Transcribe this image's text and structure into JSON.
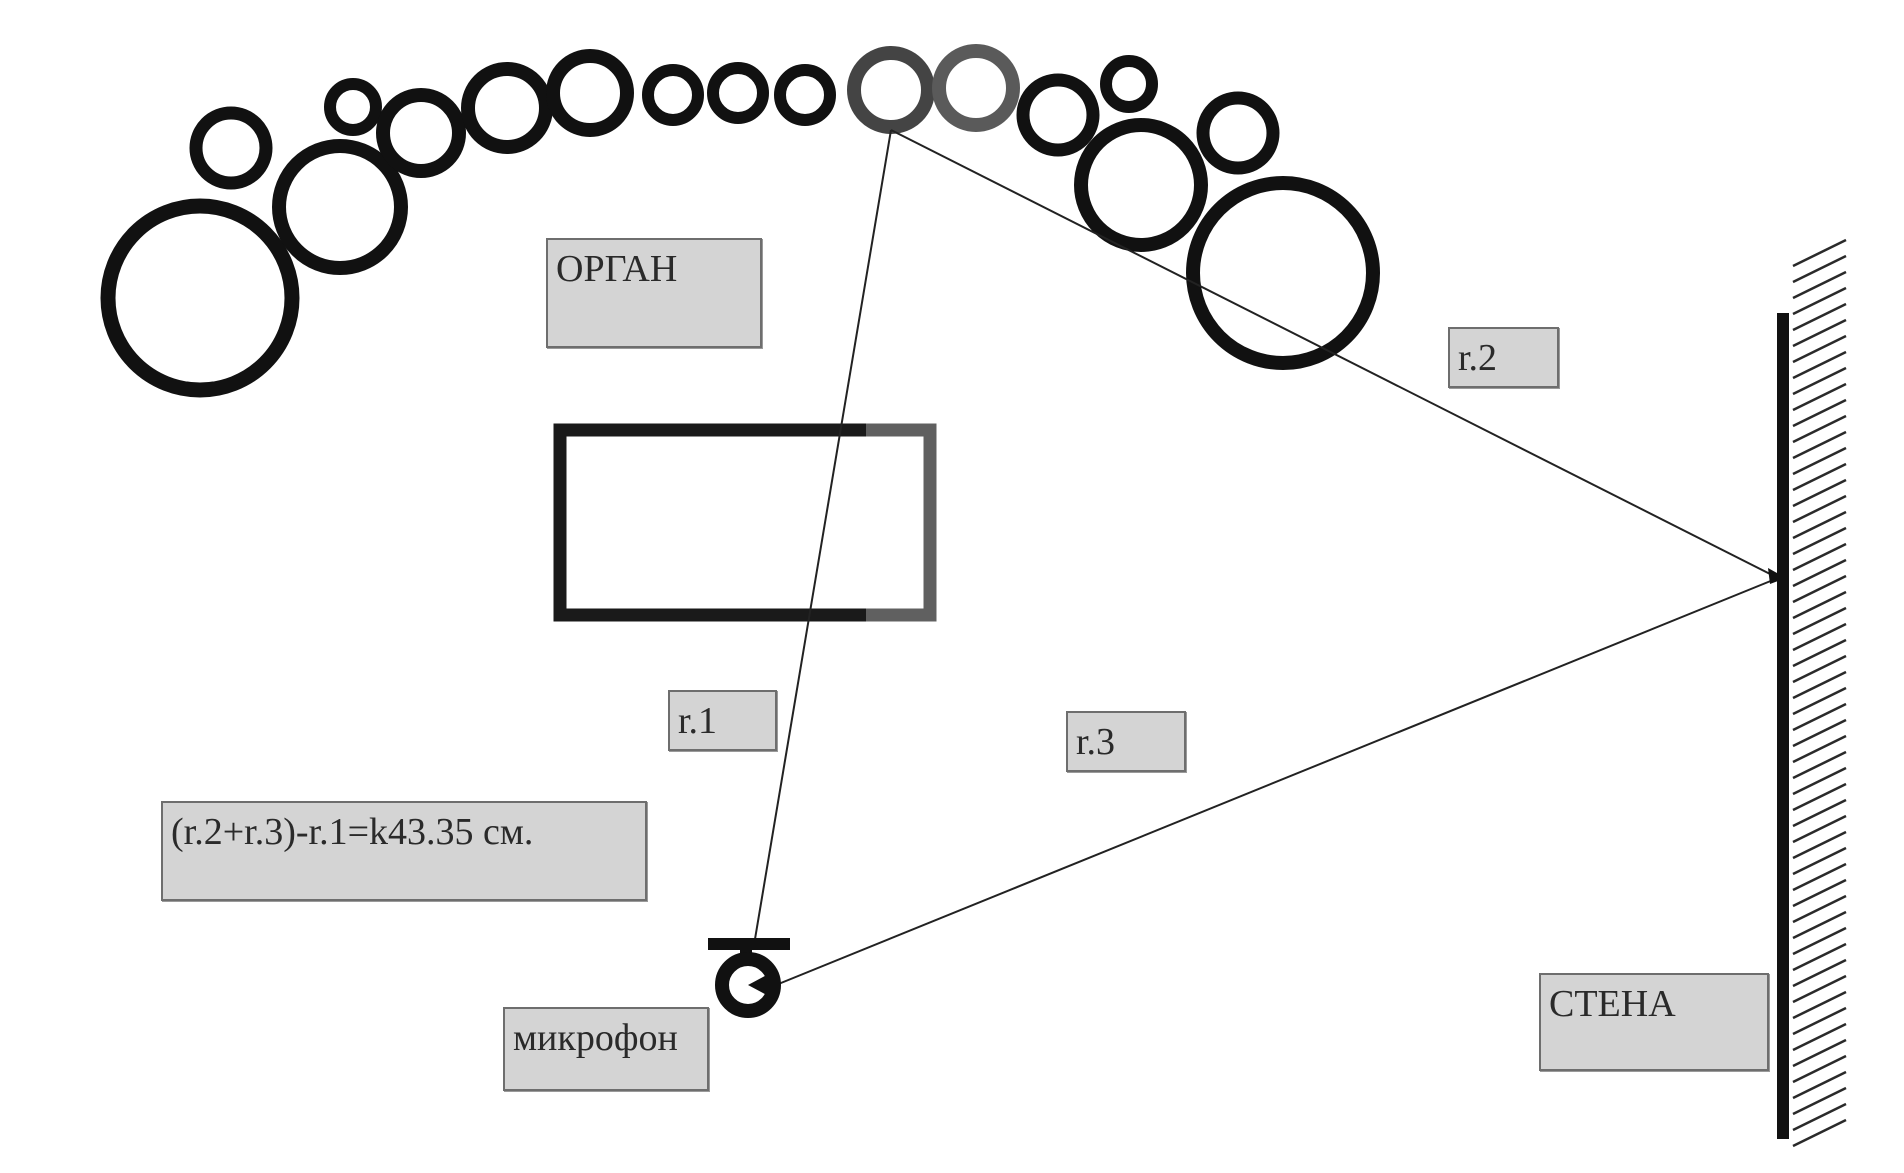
{
  "labels": {
    "organ": "ОРГАН",
    "r1": "r.1",
    "r2": "r.2",
    "r3": "r.3",
    "formula": "(r.2+r.3)-r.1=k43.35 см.",
    "microphone": "микрофон",
    "wall": "СТЕНА"
  },
  "colors": {
    "stroke": "#111111",
    "line": "#222222",
    "label_bg": "#d4d4d4",
    "label_border": "#6e6e6e",
    "grey_element": "#555555"
  }
}
